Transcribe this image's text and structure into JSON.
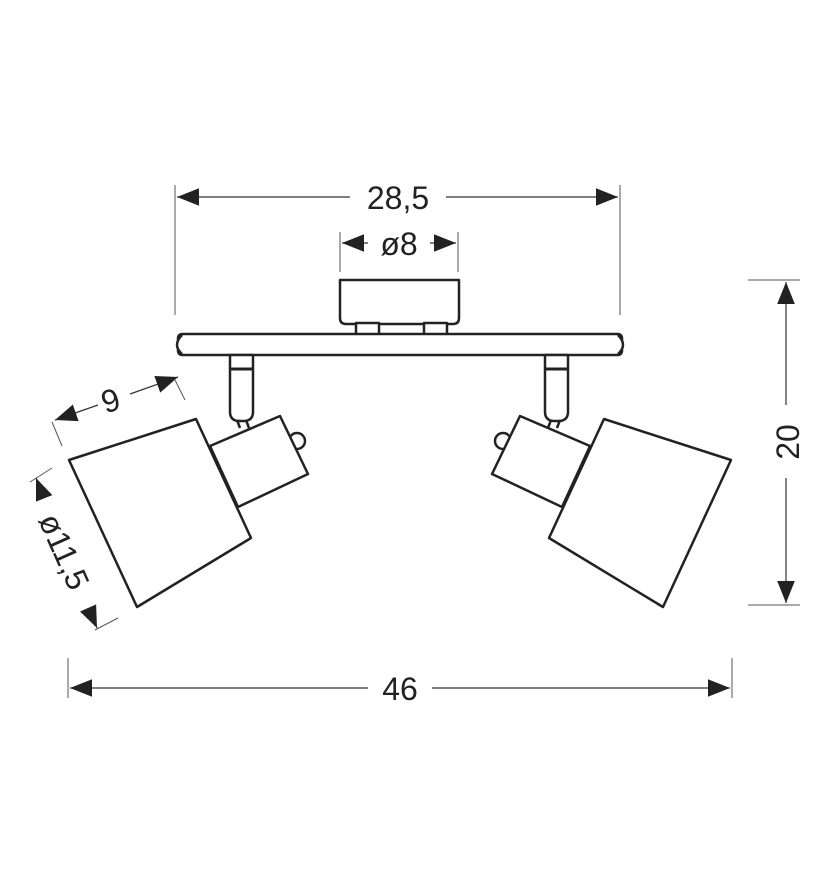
{
  "diagram": {
    "title": "Two-spot ceiling lamp dimension drawing",
    "dimensions": {
      "bar_width": "28,5",
      "canopy_diameter": "ø8",
      "shade_length": "9",
      "shade_diameter": "ø11,5",
      "height": "20",
      "total_width": "46"
    },
    "colors": {
      "line": "#222222",
      "background": "#ffffff"
    }
  }
}
